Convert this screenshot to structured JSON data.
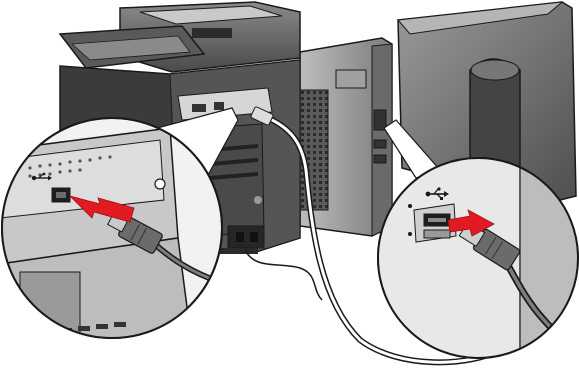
{
  "figure": {
    "caption": "",
    "components": [
      {
        "id": "mfp",
        "name": "multifunction-printer"
      },
      {
        "id": "pc",
        "name": "desktop-computer"
      },
      {
        "id": "monitor",
        "name": "monitor-rear"
      },
      {
        "id": "usb-cable",
        "name": "usb-cable"
      }
    ],
    "callouts": [
      {
        "id": "left",
        "subject": "printer-usb-b-port",
        "action": "insert-usb-b-plug"
      },
      {
        "id": "right",
        "subject": "computer-usb-a-port",
        "action": "insert-usb-a-plug"
      }
    ],
    "icons": [
      "usb-trident-icon",
      "insert-arrow-icon"
    ],
    "colors": {
      "arrow": "#e21b23",
      "line": "#1a1a1a",
      "printer_dark": "#3a3a3a",
      "printer_mid": "#6b6b6b",
      "panel_light": "#d9d9d9",
      "callout_fill": "#f2f2f2"
    }
  }
}
